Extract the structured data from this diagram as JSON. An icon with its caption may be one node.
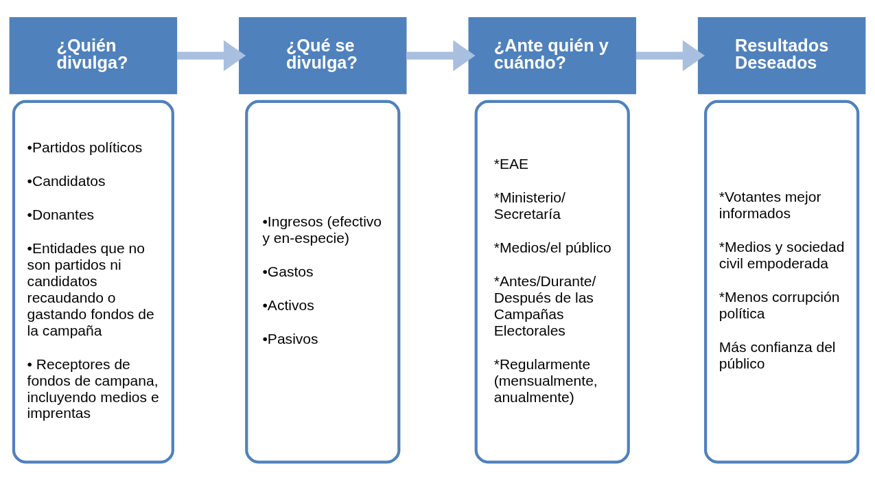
{
  "diagram": {
    "nodes": [
      {
        "text": [
          "¿Quién divulga?"
        ]
      },
      {
        "text": [
          "•Partidos políticos",
          "•Candidatos",
          "•Donantes",
          "•Entidades que no son partidos ni candidatos recaudando o gastando fondos de la campaña",
          "• Receptores de fondos de campana, incluyendo medios e imprentas"
        ]
      },
      {
        "text": [
          "¿Qué se divulga?"
        ]
      },
      {
        "text": [
          "•Ingresos (efectivo y en-especie)",
          "•Gastos",
          "•Activos",
          "•Pasivos"
        ]
      },
      {
        "text": [
          "¿Ante quién y cuándo?"
        ]
      },
      {
        "text": [
          "*EAE",
          "*Ministerio/ Secretaría",
          "*Medios/el público",
          "*Antes/Durante/ Después de las Campañas Electorales",
          "*Regularmente (mensualmente, anualmente)"
        ]
      },
      {
        "text": [
          "Resultados Deseados"
        ]
      },
      {
        "text": [
          "*Votantes mejor informados",
          "*Medios y sociedad civil empoderada",
          "*Menos corrupción política",
          "Más confianza del público"
        ]
      }
    ],
    "edges": [
      {
        "from": 0,
        "to": 2,
        "arrow": "to"
      },
      {
        "from": 2,
        "to": 4,
        "arrow": "to"
      },
      {
        "from": 4,
        "to": 6,
        "arrow": "to"
      }
    ]
  }
}
